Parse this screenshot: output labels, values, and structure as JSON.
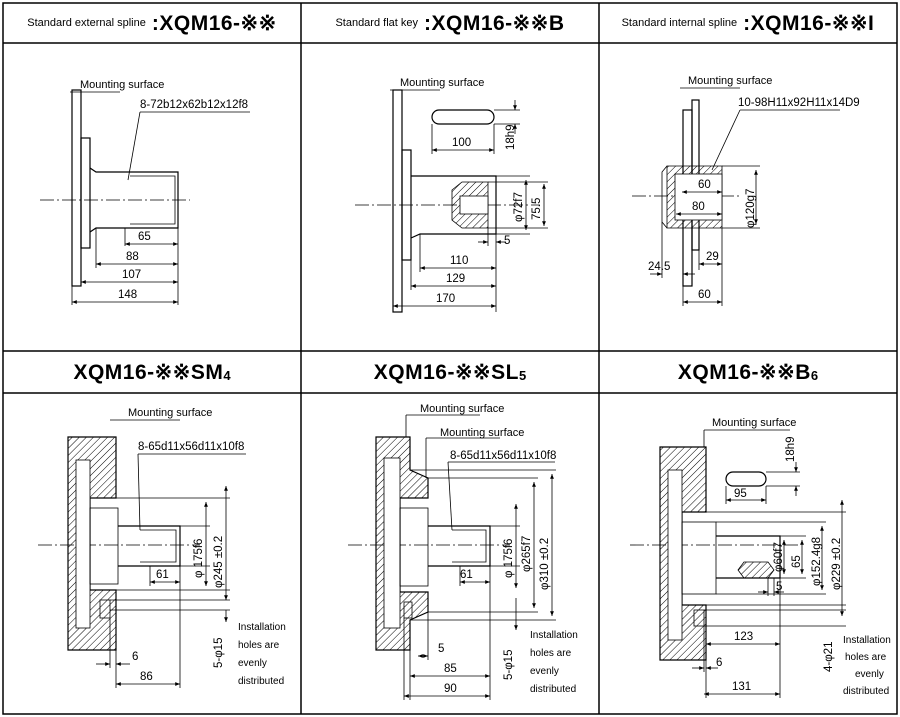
{
  "headers": {
    "a": {
      "small": "Standard external spline",
      "big": ":XQM16-※※"
    },
    "b": {
      "small": "Standard flat key",
      "big": ":XQM16-※※B"
    },
    "c": {
      "small": "Standard internal spline",
      "big": ":XQM16-※※I"
    },
    "d": {
      "big": "XQM16-※※SM",
      "sub": "4"
    },
    "e": {
      "big": "XQM16-※※SL",
      "sub": "5"
    },
    "f": {
      "big": "XQM16-※※B",
      "sub": "6"
    }
  },
  "panel_a": {
    "mounting": "Mounting surface",
    "spline": "8-72b12x62b12x12f8",
    "d65": "65",
    "d88": "88",
    "d107": "107",
    "d148": "148"
  },
  "panel_b": {
    "mounting": "Mounting surface",
    "d100": "100",
    "d18h9": "18h9",
    "d72f7": "φ72f7",
    "d75_5": "75.5",
    "d5": "5",
    "d110": "110",
    "d129": "129",
    "d170": "170"
  },
  "panel_c": {
    "mounting": "Mounting surface",
    "spline": "10-98H11x92H11x14D9",
    "d60a": "60",
    "d80": "80",
    "d120g7": "φ120g7",
    "d24_5": "24.5",
    "d29": "29",
    "d60b": "60"
  },
  "panel_d": {
    "mounting": "Mounting surface",
    "spline": "8-65d11x56d11x10f8",
    "d175f6": "φ 175f6",
    "d245": "φ245 ±0.2",
    "d61": "61",
    "d6": "6",
    "d86": "86",
    "holes": "5-φ15",
    "note": [
      "Installation",
      "holes are",
      "evenly",
      "distributed"
    ]
  },
  "panel_e": {
    "mounting1": "Mounting surface",
    "mounting2": "Mounting surface",
    "spline": "8-65d11x56d11x10f8",
    "d175f6": "φ 175f6",
    "d265f7": "φ265f7",
    "d310": "φ310 ±0.2",
    "d61": "61",
    "d5": "5",
    "d85": "85",
    "d90": "90",
    "holes": "5-φ15",
    "note": [
      "Installation",
      "holes are",
      "evenly",
      "distributed"
    ]
  },
  "panel_f": {
    "mounting": "Mounting surface",
    "d18h9": "18h9",
    "d95": "95",
    "d60f7": "φ60f7",
    "d65": "65",
    "d152": "φ152.4g8",
    "d229": "φ229 ±0.2",
    "d5": "5",
    "d123": "123",
    "d6": "6",
    "d131": "131",
    "holes": "4-φ21",
    "note": [
      "Installation",
      "holes are",
      "evenly",
      "distributed"
    ]
  }
}
